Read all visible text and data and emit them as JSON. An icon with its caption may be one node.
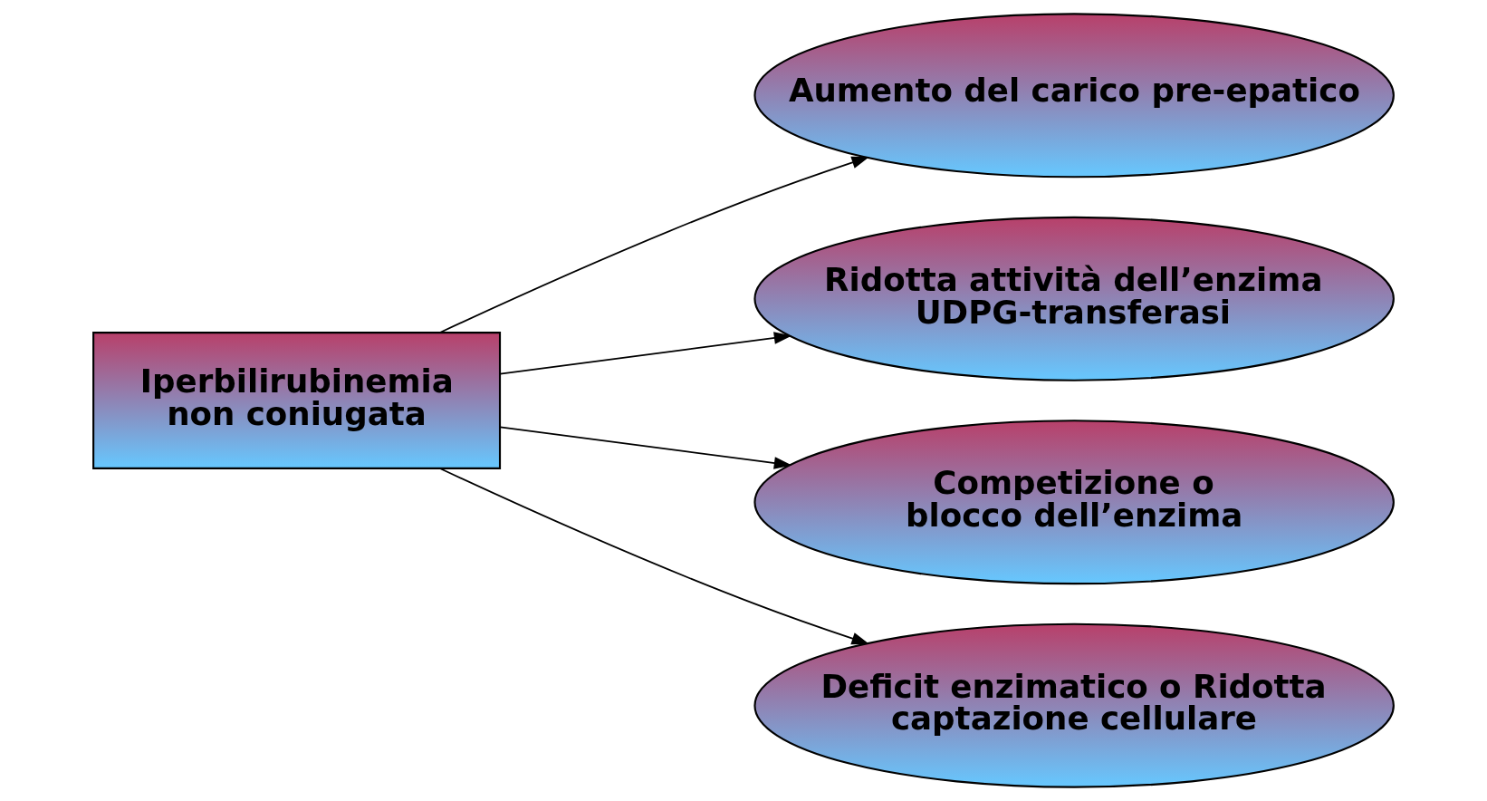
{
  "diagram": {
    "nodes": [
      {
        "text": [
          "Iperbilirubinemia non coniugata"
        ]
      },
      {
        "text": [
          "Aumento del carico pre-epatico"
        ]
      },
      {
        "text": [
          "Ridotta attività dell’enzima UDPG-transferasi"
        ]
      },
      {
        "text": [
          "Competizione o blocco dell’enzima"
        ]
      },
      {
        "text": [
          "Deficit enzimatico o Ridotta captazione cellulare"
        ]
      }
    ],
    "edges": [
      {
        "from": 0,
        "to": 1,
        "arrow": "to"
      },
      {
        "from": 0,
        "to": 2,
        "arrow": "to"
      },
      {
        "from": 0,
        "to": 3,
        "arrow": "to"
      },
      {
        "from": 0,
        "to": 4,
        "arrow": "to"
      }
    ]
  }
}
